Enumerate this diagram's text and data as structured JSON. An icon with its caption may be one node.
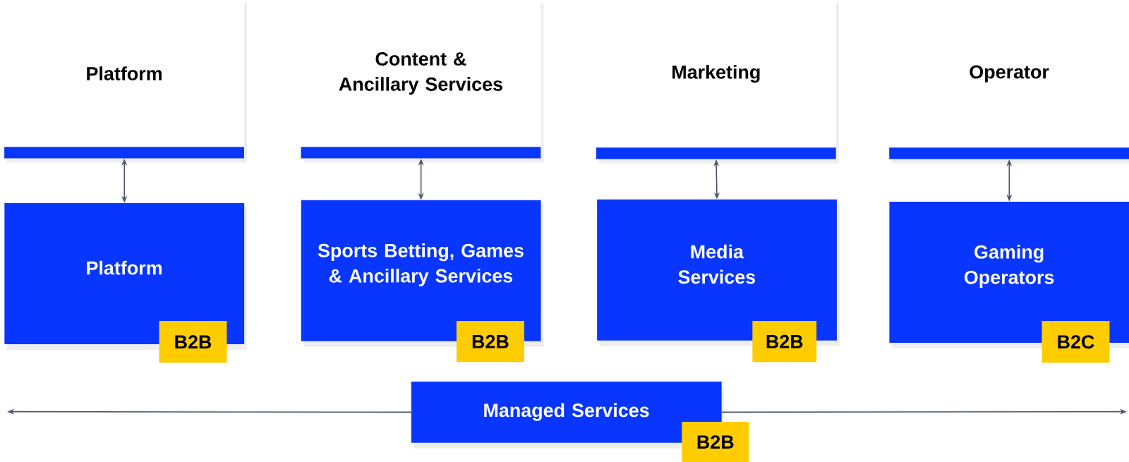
{
  "diagram": {
    "nodes": [
      {
        "text": [
          "Platform"
        ]
      },
      {
        "text": [
          "Content & Ancillary Services"
        ]
      },
      {
        "text": [
          "Marketing"
        ]
      },
      {
        "text": [
          "Operator"
        ]
      },
      {
        "text": [
          "Platform"
        ]
      },
      {
        "text": [
          "Sports Betting, Games & Ancillary Services"
        ]
      },
      {
        "text": [
          "Media Services"
        ]
      },
      {
        "text": [
          "Gaming Operators"
        ]
      },
      {
        "text": [
          "Managed Services"
        ]
      },
      {
        "text": [
          "B2B"
        ]
      },
      {
        "text": [
          "B2B"
        ]
      },
      {
        "text": [
          "B2B"
        ]
      },
      {
        "text": [
          "B2C"
        ]
      },
      {
        "text": [
          "B2B"
        ]
      }
    ],
    "edges": [
      {
        "from": 0,
        "to": 4,
        "arrow": "both"
      },
      {
        "from": 1,
        "to": 5,
        "arrow": "both"
      },
      {
        "from": 2,
        "to": 6,
        "arrow": "both"
      },
      {
        "from": 3,
        "to": 7,
        "arrow": "both"
      },
      {
        "from": 8,
        "to": null,
        "arrow": "to"
      },
      {
        "from": 8,
        "to": null,
        "arrow": "to"
      }
    ]
  }
}
